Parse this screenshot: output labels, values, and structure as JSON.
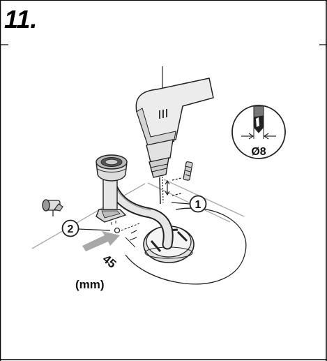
{
  "step": {
    "number": "11."
  },
  "callouts": [
    {
      "number": "1"
    },
    {
      "number": "2"
    }
  ],
  "drill_bit": {
    "diameter": "Ø8"
  },
  "dimension": {
    "value": "45"
  },
  "unit": {
    "label": "(mm)"
  }
}
